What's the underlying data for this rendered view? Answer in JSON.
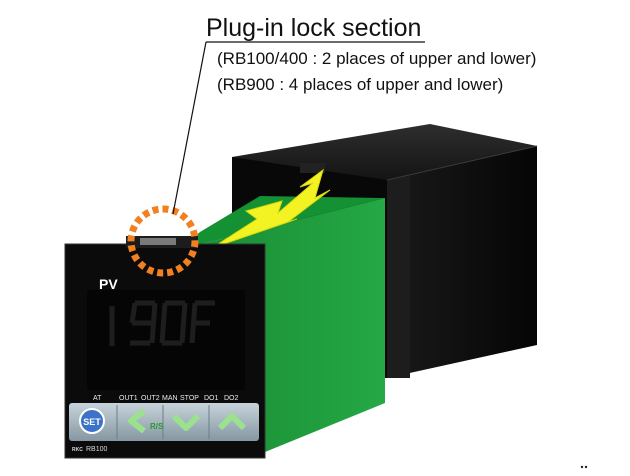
{
  "callout": {
    "title": "Plug-in lock section",
    "lines": [
      "(RB100/400 : 2 places of upper and lower)",
      "(RB900 : 4 places of upper and lower)"
    ]
  },
  "controller": {
    "pv_label": "PV",
    "indicators": [
      "AT",
      "OUT1",
      "OUT2",
      "MAN",
      "STOP",
      "DO1",
      "DO2"
    ],
    "keys": {
      "set": "SET",
      "rs": "R/S"
    },
    "brand": "RKC",
    "model": "RB100"
  },
  "colors": {
    "pcb_green": "#1f9a3c",
    "case_black": "#0d0d0d",
    "arrow_yellow": "#f3f323",
    "lock_marker_orange": "#f08020"
  }
}
